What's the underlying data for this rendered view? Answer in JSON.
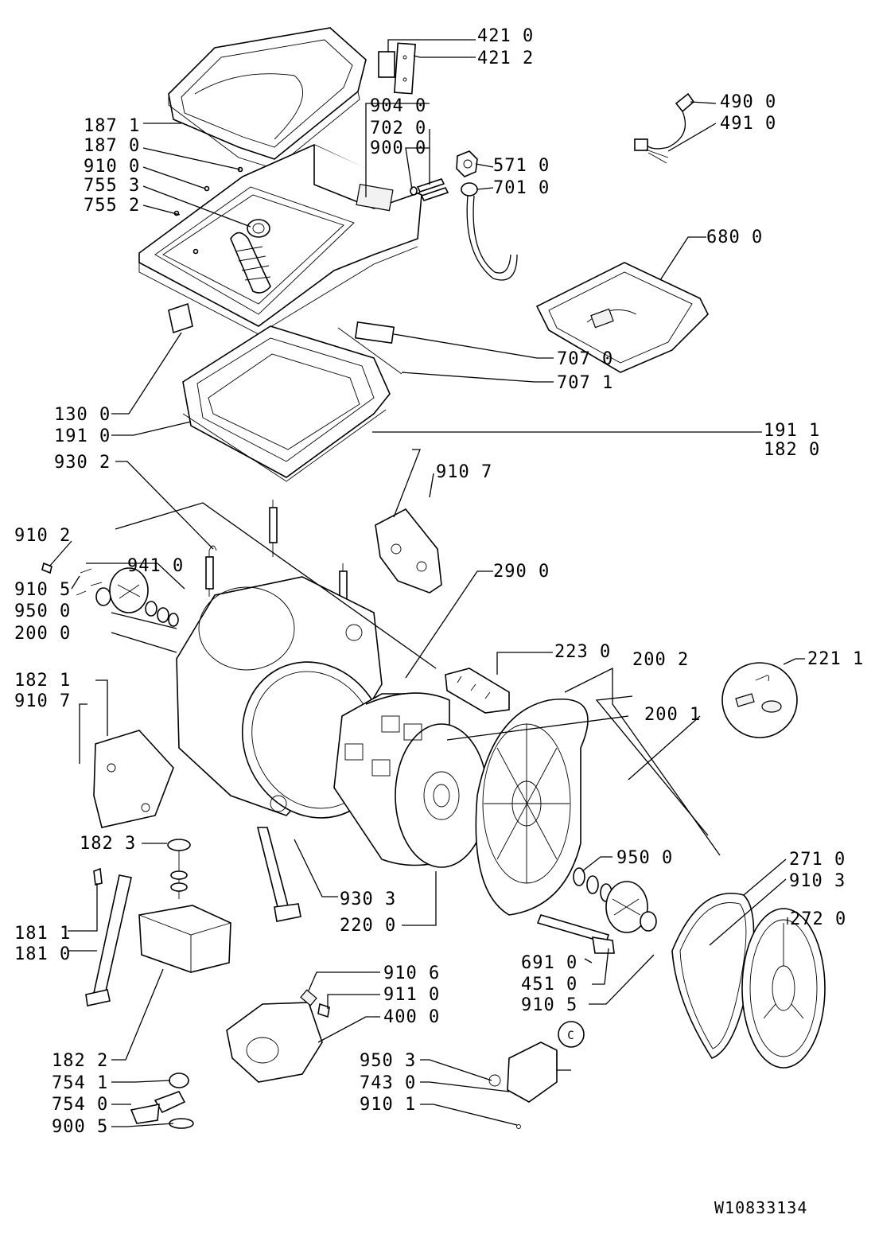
{
  "document_number": "W10833134",
  "callout_marker": "C",
  "labels": [
    {
      "id": "l4210",
      "text": "421 0"
    },
    {
      "id": "l4212",
      "text": "421 2"
    },
    {
      "id": "l1871",
      "text": "187 1"
    },
    {
      "id": "l9040",
      "text": "904 0"
    },
    {
      "id": "l7020",
      "text": "702 0"
    },
    {
      "id": "l4900",
      "text": "490 0"
    },
    {
      "id": "l4910",
      "text": "491 0"
    },
    {
      "id": "l1870",
      "text": "187 0"
    },
    {
      "id": "l9000",
      "text": "900 0"
    },
    {
      "id": "l9100",
      "text": "910 0"
    },
    {
      "id": "l5710",
      "text": "571 0"
    },
    {
      "id": "l7553",
      "text": "755 3"
    },
    {
      "id": "l7010",
      "text": "701 0"
    },
    {
      "id": "l7552",
      "text": "755 2"
    },
    {
      "id": "l6800",
      "text": "680 0"
    },
    {
      "id": "l7070",
      "text": "707 0"
    },
    {
      "id": "l7071",
      "text": "707 1"
    },
    {
      "id": "l1300",
      "text": "130 0"
    },
    {
      "id": "l1910",
      "text": "191 0"
    },
    {
      "id": "l1911",
      "text": "191 1"
    },
    {
      "id": "l1820",
      "text": "182 0"
    },
    {
      "id": "l9302",
      "text": "930 2"
    },
    {
      "id": "l9107a",
      "text": "910 7"
    },
    {
      "id": "l9102",
      "text": "910 2"
    },
    {
      "id": "l9410",
      "text": "941 0"
    },
    {
      "id": "l2900",
      "text": "290 0"
    },
    {
      "id": "l9105a",
      "text": "910 5"
    },
    {
      "id": "l9500a",
      "text": "950 0"
    },
    {
      "id": "l2000",
      "text": "200 0"
    },
    {
      "id": "l2230",
      "text": "223 0"
    },
    {
      "id": "l2002",
      "text": "200 2"
    },
    {
      "id": "l2211",
      "text": "221 1"
    },
    {
      "id": "l1821",
      "text": "182 1"
    },
    {
      "id": "l9107b",
      "text": "910 7"
    },
    {
      "id": "l2001",
      "text": "200 1"
    },
    {
      "id": "l1823",
      "text": "182 3"
    },
    {
      "id": "l9500b",
      "text": "950 0"
    },
    {
      "id": "l2710",
      "text": "271 0"
    },
    {
      "id": "l9103",
      "text": "910 3"
    },
    {
      "id": "l9303",
      "text": "930 3"
    },
    {
      "id": "l2200",
      "text": "220 0"
    },
    {
      "id": "l2720",
      "text": "272 0"
    },
    {
      "id": "l1811",
      "text": "181 1"
    },
    {
      "id": "l1810",
      "text": "181 0"
    },
    {
      "id": "l6910",
      "text": "691 0"
    },
    {
      "id": "l4510",
      "text": "451 0"
    },
    {
      "id": "l9105b",
      "text": "910 5"
    },
    {
      "id": "l9106",
      "text": "910 6"
    },
    {
      "id": "l9110",
      "text": "911 0"
    },
    {
      "id": "l4000",
      "text": "400 0"
    },
    {
      "id": "l1822",
      "text": "182 2"
    },
    {
      "id": "l9503",
      "text": "950 3"
    },
    {
      "id": "l7541",
      "text": "754 1"
    },
    {
      "id": "l7430",
      "text": "743 0"
    },
    {
      "id": "l7540",
      "text": "754 0"
    },
    {
      "id": "l9101",
      "text": "910 1"
    },
    {
      "id": "l9005",
      "text": "900 5"
    }
  ]
}
